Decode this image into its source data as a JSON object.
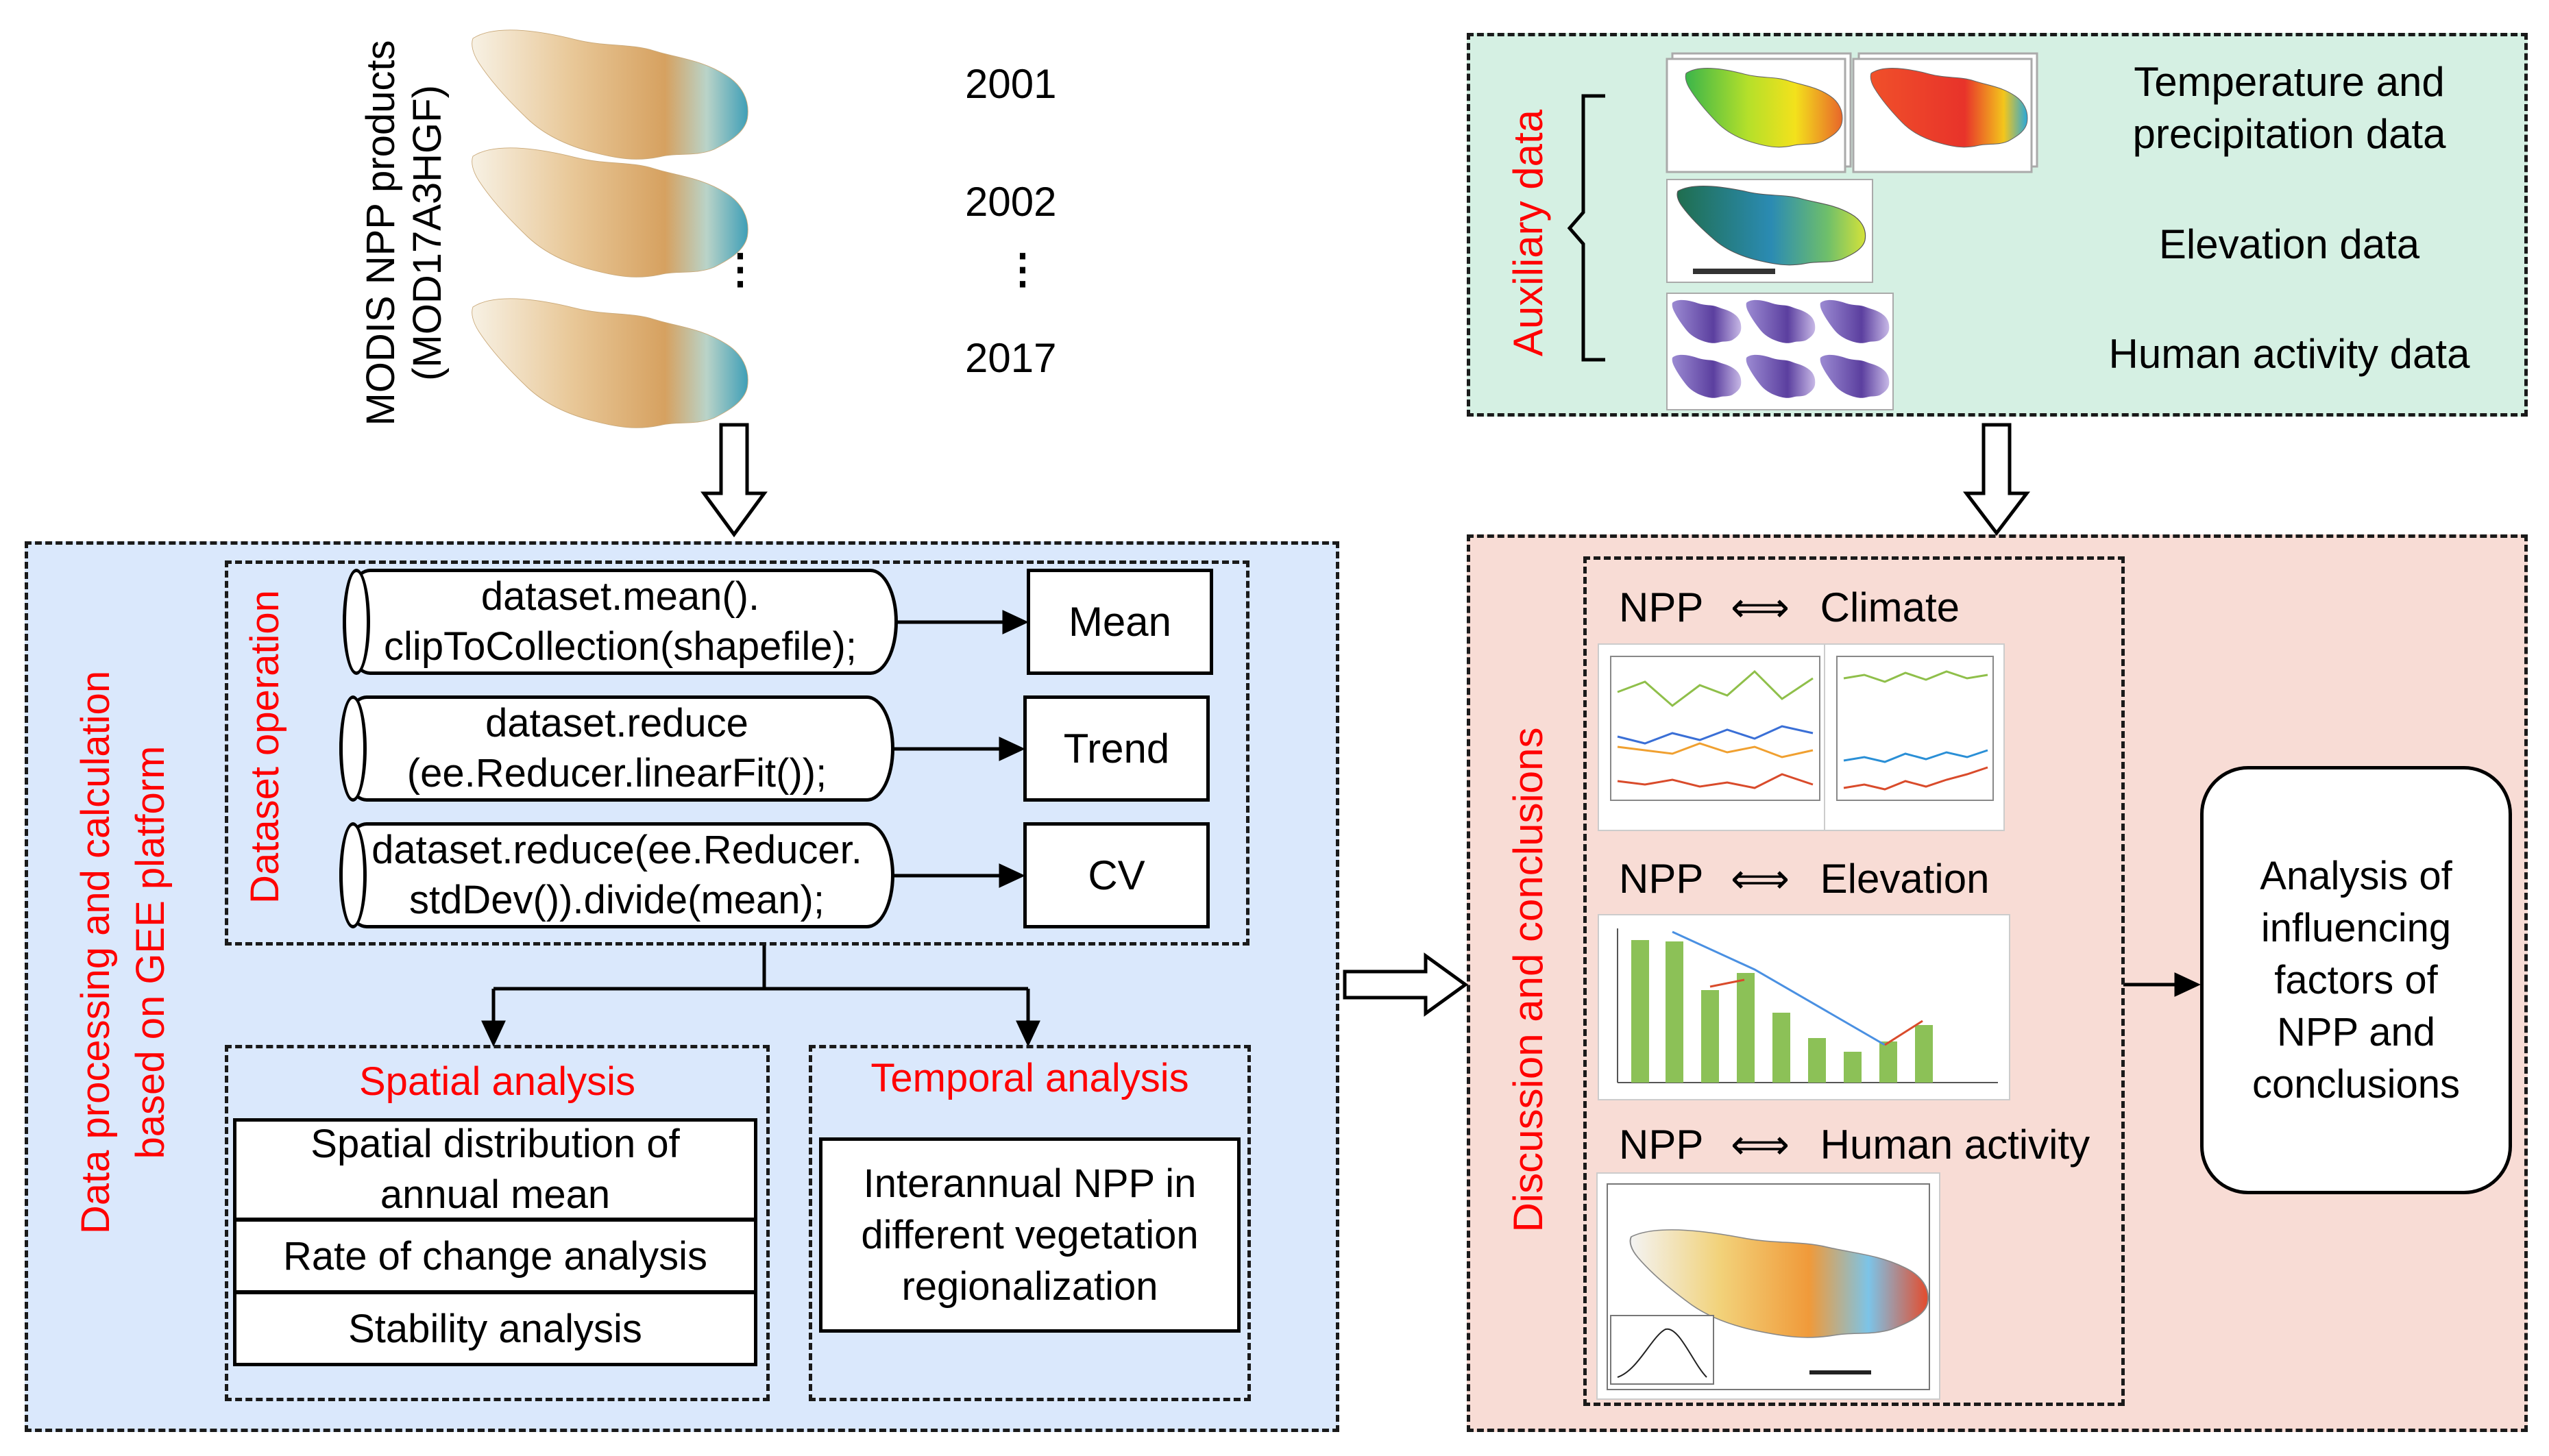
{
  "modis": {
    "label_line1": "MODIS NPP products",
    "label_line2": "(MOD17A3HGF)",
    "years": [
      "2001",
      "2002",
      "2017"
    ],
    "ellipsis": "⋮"
  },
  "processing": {
    "title_line1": "Data processing and calculation",
    "title_line2": "based on GEE platform",
    "dataset_operation_label": "Dataset operation",
    "operations": [
      {
        "code_line1": "dataset.mean().",
        "code_line2": "clipToCollection(shapefile);",
        "result": "Mean"
      },
      {
        "code_line1": "dataset.reduce",
        "code_line2": "(ee.Reducer.linearFit());",
        "result": "Trend"
      },
      {
        "code_line1": "dataset.reduce(ee.Reducer.",
        "code_line2": "stdDev()).divide(mean);",
        "result": "CV"
      }
    ],
    "spatial": {
      "title": "Spatial analysis",
      "items": [
        "Spatial distribution of annual mean",
        "Rate of change analysis",
        "Stability analysis"
      ]
    },
    "temporal": {
      "title": "Temporal analysis",
      "item": "Interannual NPP in different vegetation regionalization"
    }
  },
  "auxiliary": {
    "label": "Auxiliary data",
    "items": [
      "Temperature and precipitation data",
      "Elevation data",
      "Human activity data"
    ]
  },
  "discussion": {
    "label": "Discussion and conclusions",
    "relations": [
      {
        "left": "NPP",
        "right": "Climate"
      },
      {
        "left": "NPP",
        "right": "Elevation"
      },
      {
        "left": "NPP",
        "right": "Human activity"
      }
    ],
    "double_arrow": "⟺"
  },
  "conclusion_box": "Analysis of influencing factors of NPP and conclusions",
  "colors": {
    "processing_bg": "#dae8fc",
    "auxiliary_bg": "#d5f0e3",
    "discussion_bg": "#f8dcd5",
    "title_red": "#ff0000"
  }
}
